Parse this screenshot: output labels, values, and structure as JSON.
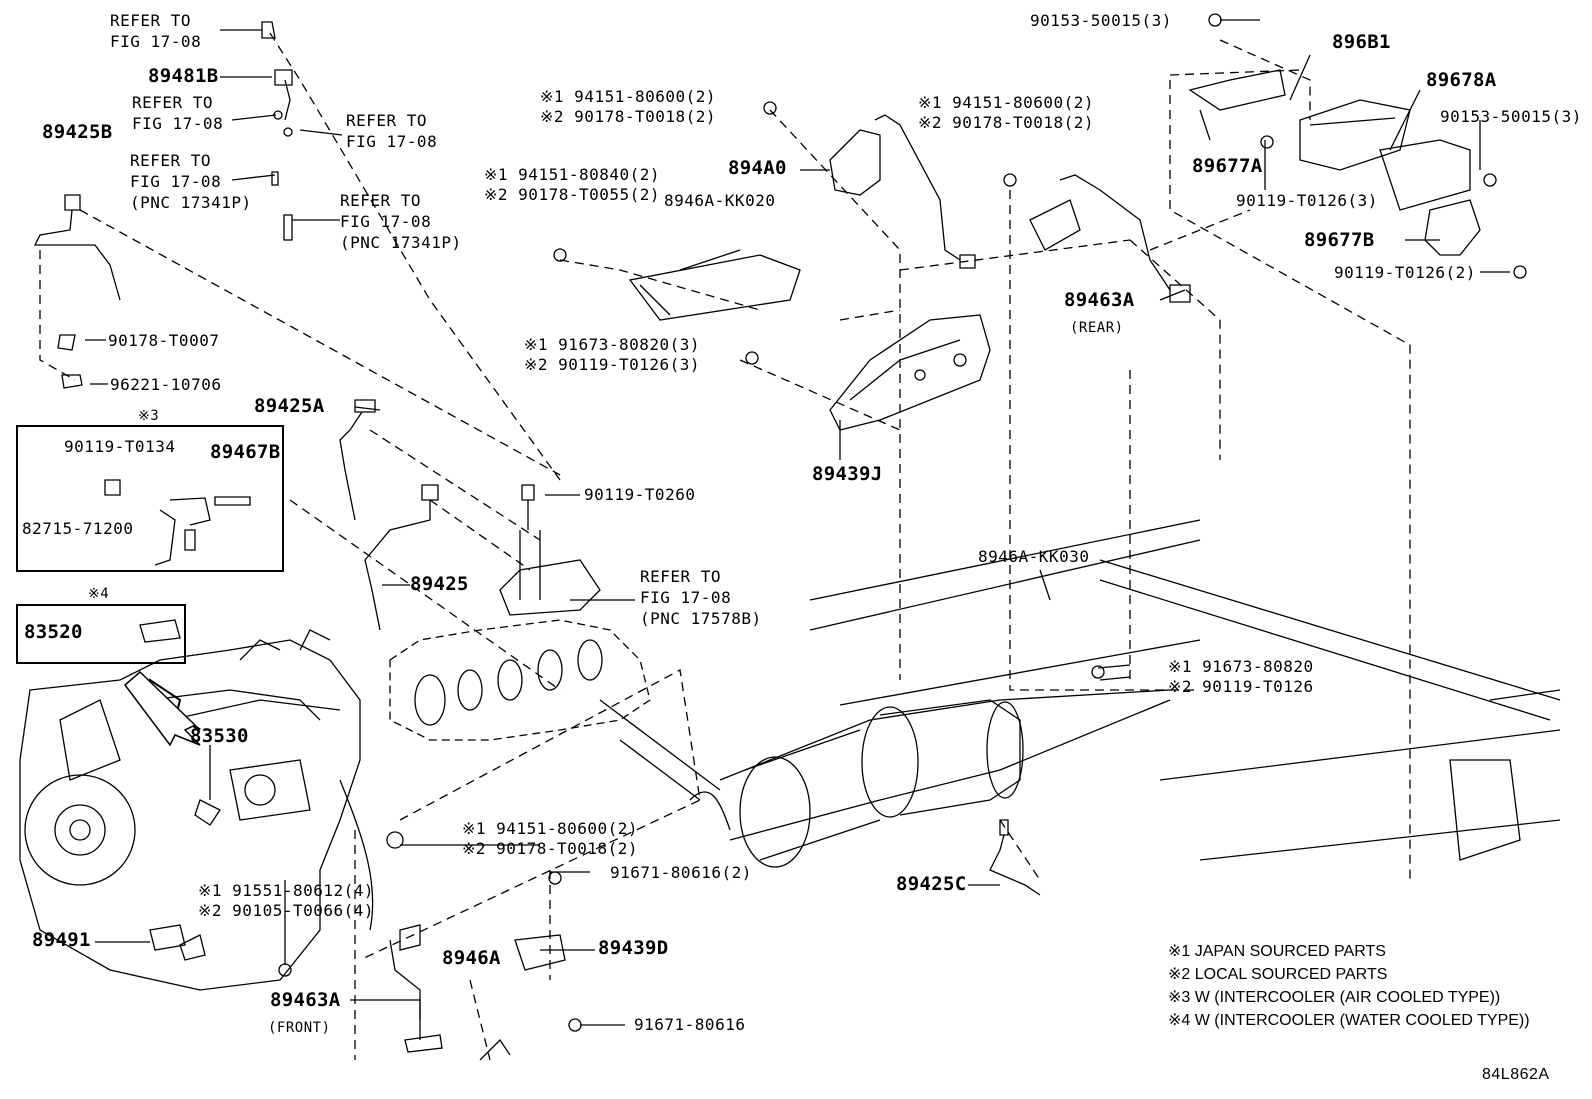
{
  "diagram_id": "84L862A",
  "colors": {
    "ink": "#000000",
    "background": "#ffffff"
  },
  "callouts": {
    "refer_a_1": "REFER TO",
    "refer_a_2": "FIG 17-08",
    "p89481B": "89481B",
    "refer_b_1": "REFER TO",
    "refer_b_2": "FIG 17-08",
    "refer_c_1": "REFER TO",
    "refer_c_2": "FIG 17-08",
    "refer_d_1": "REFER TO",
    "refer_d_2": "FIG 17-08",
    "refer_d_3": "(PNC 17341P)",
    "refer_e_1": "REFER TO",
    "refer_e_2": "FIG 17-08",
    "refer_e_3": "(PNC 17341P)",
    "p89425B": "89425B",
    "p90178_T0007": "90178-T0007",
    "p96221_10706": "96221-10706",
    "note3_mark": "※3",
    "p90119_T0134": "90119-T0134",
    "p89467B": "89467B",
    "p82715_71200": "82715-71200",
    "note4_mark": "※4",
    "p83520": "83520",
    "p89425A": "89425A",
    "p89425": "89425",
    "p90119_T0260": "90119-T0260",
    "refer_f_1": "REFER TO",
    "refer_f_2": "FIG 17-08",
    "refer_f_3": "(PNC 17578B)",
    "p83530": "83530",
    "grp_a_1": "※1 94151-80600(2)",
    "grp_a_2": "※2 90178-T0018(2)",
    "grp_b_1": "※1 94151-80840(2)",
    "grp_b_2": "※2 90178-T0055(2)",
    "p894A0": "894A0",
    "p8946A_KK020": "8946A-KK020",
    "grp_c_1": "※1 94151-80600(2)",
    "grp_c_2": "※2 90178-T0018(2)",
    "grp_d_1": "※1 91673-80820(3)",
    "grp_d_2": "※2 90119-T0126(3)",
    "p89439J": "89439J",
    "p90153_50015_a": "90153-50015(3)",
    "p896B1": "896B1",
    "p89678A": "89678A",
    "p90153_50015_b": "90153-50015(3)",
    "p89677A": "89677A",
    "p90119_T0126_3": "90119-T0126(3)",
    "p89677B": "89677B",
    "p90119_T0126_2": "90119-T0126(2)",
    "p89463A_rear": "89463A",
    "rear_label": "(REAR)",
    "p8946A_KK030": "8946A-KK030",
    "grp_e_1": "※1 91673-80820",
    "grp_e_2": "※2 90119-T0126",
    "grp_f_1": "※1 94151-80600(2)",
    "grp_f_2": "※2 90178-T0018(2)",
    "p91671_80616_2": "91671-80616(2)",
    "grp_g_1": "※1 91551-80612(4)",
    "grp_g_2": "※2 90105-T0066(4)",
    "p89491": "89491",
    "p8946A": "8946A",
    "p89439D": "89439D",
    "p89463A_front": "89463A",
    "front_label": "(FRONT)",
    "p91671_80616": "91671-80616",
    "p89425C": "89425C"
  },
  "legend": [
    "※1 JAPAN SOURCED PARTS",
    "※2 LOCAL SOURCED PARTS",
    "※3 W (INTERCOOLER (AIR COOLED TYPE))",
    "※4 W (INTERCOOLER (WATER COOLED TYPE))"
  ]
}
